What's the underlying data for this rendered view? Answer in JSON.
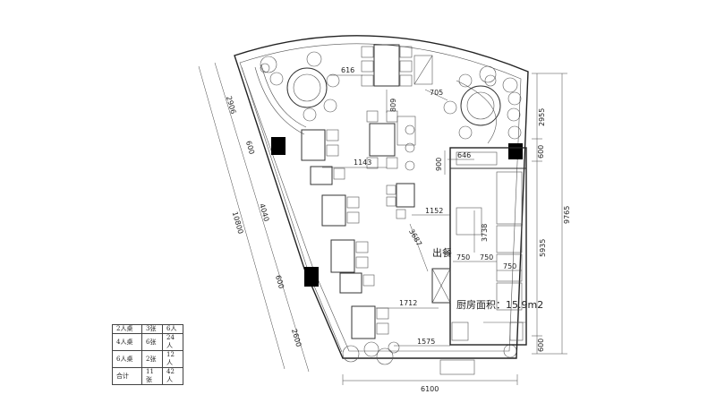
{
  "labels": {
    "serving_window": "出餐",
    "kitchen_area": "厨房面积：15.9m2"
  },
  "dimensions": {
    "top_616": "616",
    "top_809": "809",
    "top_705": "705",
    "mid_1143": "1143",
    "mid_646": "646",
    "mid_900": "900",
    "mid_1152": "1152",
    "mid_3738": "3738",
    "mid_3687": "3687",
    "mid_750a": "750",
    "mid_750b": "750",
    "mid_750c": "750",
    "mid_1712": "1712",
    "mid_1575": "1575",
    "left_2906": "2906",
    "left_600a": "600",
    "left_10800": "10800",
    "left_4040": "4040",
    "left_600b": "600",
    "left_2600": "2600",
    "right_2955": "2955",
    "right_600a": "600",
    "right_9765": "9765",
    "right_5935": "5935",
    "right_600b": "600",
    "bottom_6100": "6100"
  },
  "summary_table": [
    [
      "2人桌",
      "3张",
      "6人"
    ],
    [
      "4人桌",
      "6张",
      "24人"
    ],
    [
      "6人桌",
      "2张",
      "12人"
    ],
    [
      "合计",
      "11张",
      "42人"
    ]
  ]
}
